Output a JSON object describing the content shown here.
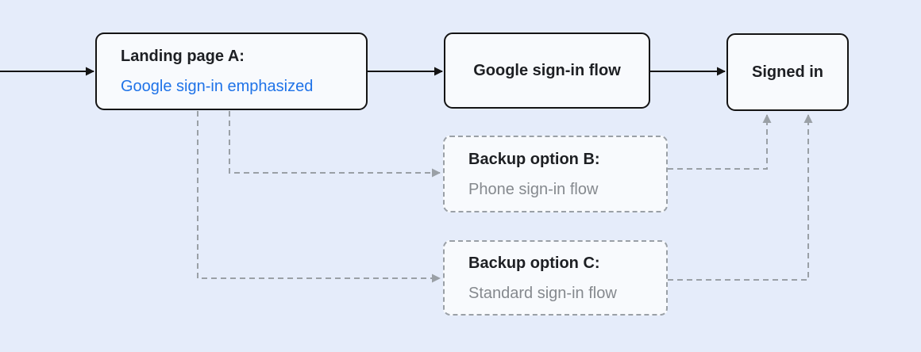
{
  "diagram": {
    "nodes": {
      "landing": {
        "title": "Landing page A:",
        "subtitle": "Google sign-in emphasized"
      },
      "google_flow": {
        "label": "Google sign-in flow"
      },
      "signed_in": {
        "label": "Signed in"
      },
      "backup_b": {
        "title": "Backup option B:",
        "subtitle": "Phone sign-in flow"
      },
      "backup_c": {
        "title": "Backup option C:",
        "subtitle": "Standard sign-in flow"
      }
    },
    "edges": [
      {
        "from": "entry",
        "to": "landing",
        "style": "solid"
      },
      {
        "from": "landing",
        "to": "google_flow",
        "style": "solid"
      },
      {
        "from": "google_flow",
        "to": "signed_in",
        "style": "solid"
      },
      {
        "from": "landing",
        "to": "backup_b",
        "style": "dashed"
      },
      {
        "from": "landing",
        "to": "backup_c",
        "style": "dashed"
      },
      {
        "from": "backup_b",
        "to": "signed_in",
        "style": "dashed"
      },
      {
        "from": "backup_c",
        "to": "signed_in",
        "style": "dashed"
      }
    ],
    "colors": {
      "background": "#e5ecfa",
      "node_fill": "#f8fafd",
      "node_border": "#141414",
      "dashed_gray": "#9aa0a6",
      "accent_blue": "#1f73e8",
      "muted_gray": "#85898e",
      "title_text": "#1d1f23"
    }
  }
}
